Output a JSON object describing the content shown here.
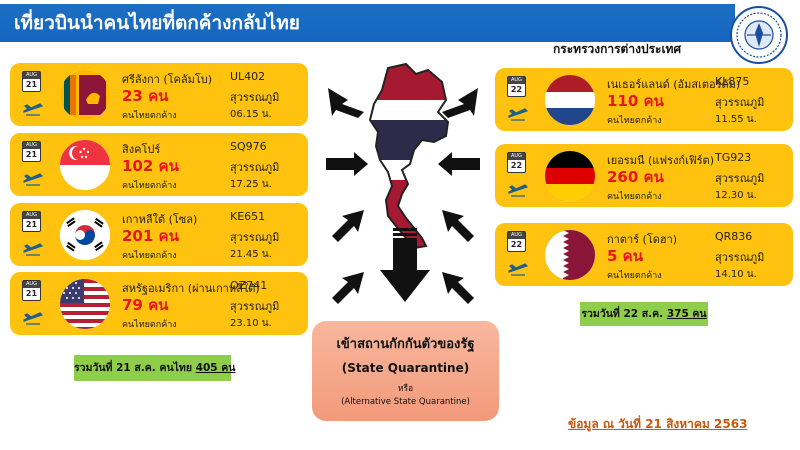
{
  "header": {
    "title": "เที่ยวบินนำคนไทยที่ตกค้างกลับไทย",
    "ministry": "กระทรวงการต่างประเทศ"
  },
  "cal_month": "AUG",
  "left_cards": [
    {
      "day": "21",
      "country": "ศรีลังกา (โคลัมโบ)",
      "count": "23 คน",
      "label": "คนไทยตกค้าง",
      "flight": "UL402",
      "airport": "สุวรรณภูมิ",
      "time": "06.15 น.",
      "flag": "sri-lanka"
    },
    {
      "day": "21",
      "country": "สิงคโปร์",
      "count": "102 คน",
      "label": "คนไทยตกค้าง",
      "flight": "SQ976",
      "airport": "สุวรรณภูมิ",
      "time": "17.25 น.",
      "flag": "singapore"
    },
    {
      "day": "21",
      "country": "เกาหลีใต้ (โซล)",
      "count": "201 คน",
      "label": "คนไทยตกค้าง",
      "flight": "KE651",
      "airport": "สุวรรณภูมิ",
      "time": "21.45 น.",
      "flag": "south-korea"
    },
    {
      "day": "21",
      "country": "สหรัฐอเมริกา (ผ่านเกาหลีใต้)",
      "count": "79 คน",
      "label": "คนไทยตกค้าง",
      "flight": "OZ741",
      "airport": "สุวรรณภูมิ",
      "time": "23.10 น.",
      "flag": "usa"
    }
  ],
  "right_cards": [
    {
      "day": "22",
      "country": "เนเธอร์แลนด์ (อัมสเตอร์ดัม)",
      "count": "110 คน",
      "label": "คนไทยตกค้าง",
      "flight": "KL875",
      "airport": "สุวรรณภูมิ",
      "time": "11.55 น.",
      "flag": "netherlands"
    },
    {
      "day": "22",
      "country": "เยอรมนี (แฟรงก์เฟิร์ต)",
      "count": "260 คน",
      "label": "คนไทยตกค้าง",
      "flight": "TG923",
      "airport": "สุวรรณภูมิ",
      "time": "12.30 น.",
      "flag": "germany"
    },
    {
      "day": "22",
      "country": "กาตาร์ (โดฮา)",
      "count": "5 คน",
      "label": "คนไทยตกค้าง",
      "flight": "QR836",
      "airport": "สุวรรณภูมิ",
      "time": "14.10 น.",
      "flag": "qatar"
    }
  ],
  "summary_left": {
    "prefix": "รวมวันที่ 21 ส.ค. คนไทย ",
    "value": "405 คน"
  },
  "summary_right": {
    "prefix": "รวมวันที่ 22 ส.ค. ",
    "value": "375 คน"
  },
  "quarantine": {
    "title": "เข้าสถานกักกันตัวของรัฐ",
    "subtitle": "(State Quarantine)",
    "or": "หรือ",
    "alt": "(Alternative State Quarantine)"
  },
  "footer_note": "ข้อมูล ณ วันที่ 21 สิงหาคม 2563",
  "colors": {
    "header": "#1565c0",
    "card": "#ffc20e",
    "count": "#e8151b",
    "summary": "#8fce4a",
    "quarantine": "#f29a7a",
    "footer": "#c55a11"
  }
}
